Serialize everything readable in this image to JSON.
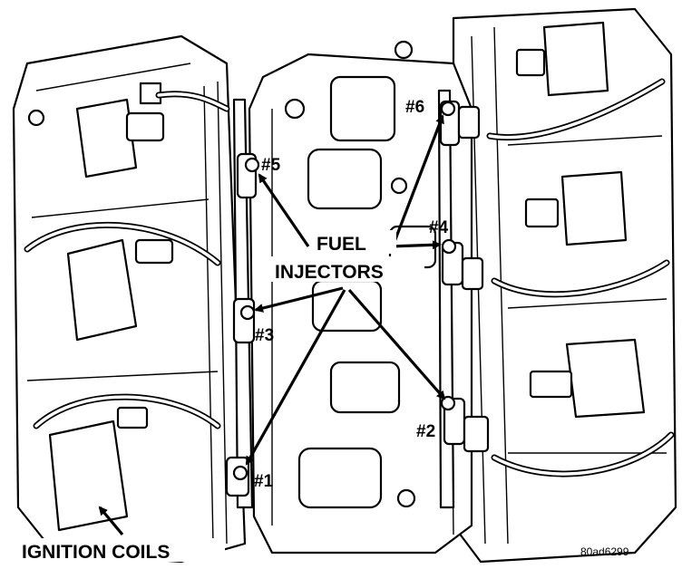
{
  "labels": {
    "fuel": "FUEL",
    "injectors": "INJECTORS",
    "ignition_coils": "IGNITION COILS",
    "figure_id": "80ad6299"
  },
  "injectors": [
    {
      "id": "injector-1",
      "label": "#1"
    },
    {
      "id": "injector-2",
      "label": "#2"
    },
    {
      "id": "injector-3",
      "label": "#3"
    },
    {
      "id": "injector-4",
      "label": "#4"
    },
    {
      "id": "injector-5",
      "label": "#5"
    },
    {
      "id": "injector-6",
      "label": "#6"
    }
  ]
}
